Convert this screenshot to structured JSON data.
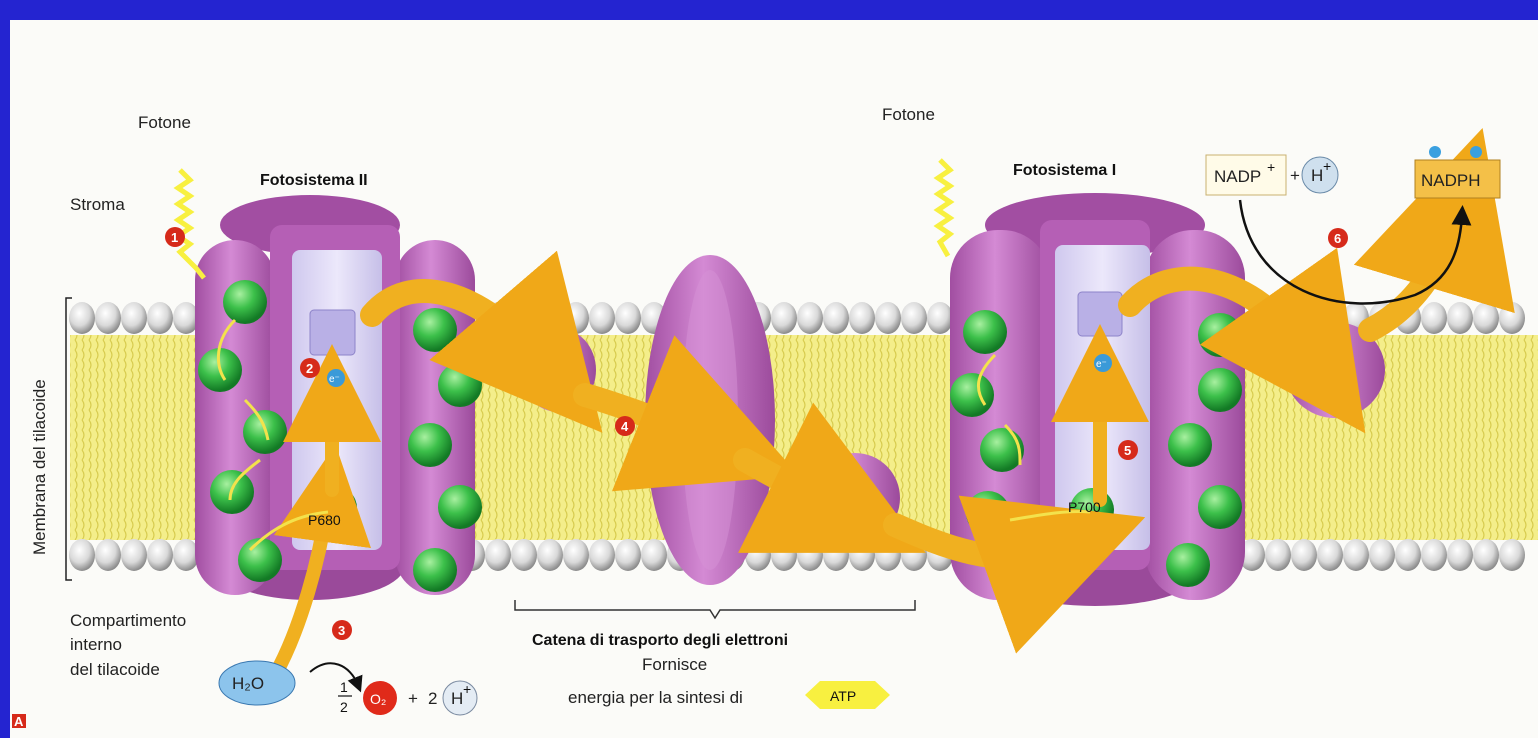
{
  "labels": {
    "photon_1": "Fotone",
    "photon_2": "Fotone",
    "stroma": "Stroma",
    "photosystem_2": "Fotosistema II",
    "photosystem_1": "Fotosistema I",
    "membrane": "Membrana del tilacoide",
    "lumen_1": "Compartimento",
    "lumen_2": "interno",
    "lumen_3": "del tilacoide",
    "etc_title": "Catena di trasporto degli elettroni",
    "etc_sub_1": "Fornisce",
    "etc_sub_2": "energia per la sintesi di",
    "atp": "ATP",
    "nadp": "NADP",
    "nadp_sup": "+",
    "nadph": "NADPH",
    "h": "H",
    "h_sup": "+",
    "plus": "+",
    "water": "H₂O",
    "o2": "O₂",
    "half_num": "1",
    "half_den": "2",
    "coef_2": "2",
    "p680": "P680",
    "p700": "P700",
    "e_minus_1": "e⁻",
    "e_minus_2": "e⁻",
    "panel_letter": "A"
  },
  "steps": [
    "1",
    "2",
    "3",
    "4",
    "5",
    "6"
  ],
  "colors": {
    "frame": "#2424d0",
    "membrane_core": "#f4ee8a",
    "protein": "#c070c0",
    "protein_dark": "#8f3d8f",
    "chlorophyll": "#33b54a",
    "arrow": "#f0b020",
    "step_badge": "#d62a1a",
    "photon": "#f8f040"
  }
}
